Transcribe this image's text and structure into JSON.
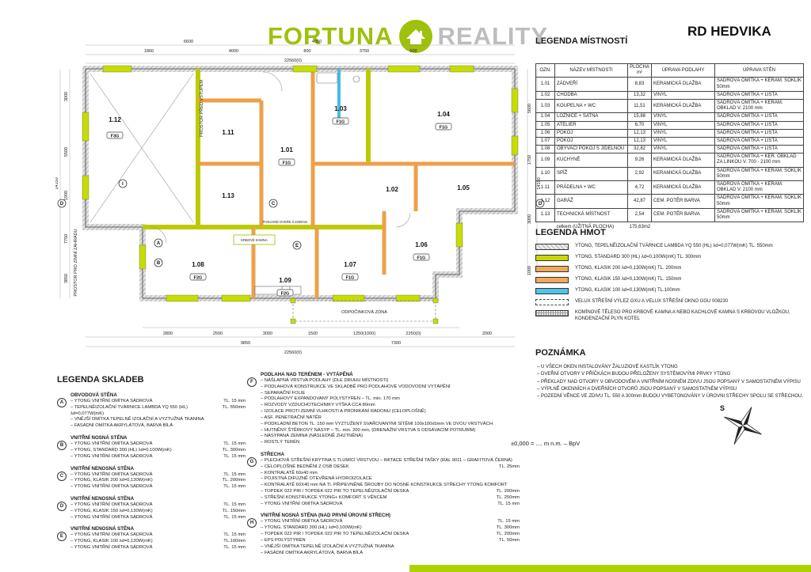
{
  "header": {
    "brand_first": "FORTUNA",
    "brand_second": "REALITY",
    "title": "RD HEDVIKA"
  },
  "room_legend": {
    "title": "LEGENDA MÍSTNOSTÍ",
    "columns": [
      "OZN.",
      "NÁZEV MÍSTNOSTI",
      "PLOCHA m²",
      "ÚPRAVA PODLAHY",
      "ÚPRAVA STĚN"
    ],
    "rows": [
      [
        "1.01",
        "ZÁDVEŘÍ",
        "8,83",
        "KERAMICKÁ DLAŽBA",
        "SÁDROVÁ OMÍTKA + KERAM. SOKLÍK 50mm"
      ],
      [
        "1.02",
        "CHODBA",
        "13,32",
        "VINYL",
        "SÁDROVÁ OMÍTKA + LIŠTA"
      ],
      [
        "1.03",
        "KOUPELNA + WC",
        "11,51",
        "KERAMICKÁ DLAŽBA",
        "SÁDROVÁ OMÍTKA + KERAM. OBKLAD V. 2100 mm"
      ],
      [
        "1.04",
        "LOŽNICE + ŠATNA",
        "15,88",
        "VINYL",
        "SÁDROVÁ OMÍTKA + LIŠTA"
      ],
      [
        "1.05",
        "ATELIÉR",
        "6,70",
        "VINYL",
        "SÁDROVÁ OMÍTKA + LIŠTA"
      ],
      [
        "1.06",
        "POKOJ",
        "12,13",
        "VINYL",
        "SÁDROVÁ OMÍTKA + LIŠTA"
      ],
      [
        "1.07",
        "POKOJ",
        "12,13",
        "VINYL",
        "SÁDROVÁ OMÍTKA + LIŠTA"
      ],
      [
        "1.08",
        "OBÝVACÍ POKOJ S JÍDELNOU",
        "32,82",
        "VINYL",
        "SÁDROVÁ OMÍTKA + LIŠTA"
      ],
      [
        "1.09",
        "KUCHYNĚ",
        "9,26",
        "KERAMICKÁ DLAŽBA",
        "SÁDROVÁ OMÍTKA + KER. OBKLAD ZA LINKOU V. 700 - 2100 mm"
      ],
      [
        "1.10",
        "SPÍŽ",
        "2,92",
        "KERAMICKÁ DLAŽBA",
        "SÁDROVÁ OMÍTKA + KERAM. SOKLÍK 50mm"
      ],
      [
        "1.11",
        "PRÁDELNA + WC",
        "4,72",
        "KERAMICKÁ DLAŽBA",
        "SÁDROVÁ OMÍTKA + KERAM. OBKLAD V. 2100 mm"
      ],
      [
        "1.12",
        "GARÁŽ",
        "42,87",
        "CEM. POTĚR BARVA",
        "SÁDROVÁ OMÍTKA + KERAM. SOKLÍK 50mm"
      ],
      [
        "1.13",
        "TECHNICKÁ MÍSTNOST",
        "2,54",
        "CEM. POTĚR BARVA",
        "SÁDROVÁ OMÍTKA + KERAM. SOKLÍK 50mm"
      ]
    ],
    "total_label": "celkem (UŽITNÁ PLOCHA)",
    "total_value": "175,63m2"
  },
  "materials_legend": {
    "title": "LEGENDA HMOT",
    "items": [
      {
        "swatch": "hatch",
        "label": "YTONG, TEPELNĚIZOLAČNÍ TVÁRNICE LAMBDA YQ 550 (HL) λd=0,077W(mK)  TL. 550mm"
      },
      {
        "swatch": "green",
        "label": "YTONG, STANDARD 300 (HL) λd=0,100W(mK)  TL. 300mm"
      },
      {
        "swatch": "orange",
        "label": "YTONG, KLASIK 200 λd=0,130W(mK)  TL. 200mm"
      },
      {
        "swatch": "orange",
        "label": "YTONG, KLASIK 150 λd=0,130W(mK)  TL. 150mm"
      },
      {
        "swatch": "blue",
        "label": "YTONG, KLASIK 100 λd=0,130W(mK)  TL.100mm"
      },
      {
        "swatch": "velux",
        "label": "VELUX STŘEŠNÍ VÝLEZ GXU A VELUX STŘEŠNÍ OKNO GGU 008230"
      },
      {
        "swatch": "chimney",
        "label": "KOMÍNOVÉ TĚLESO PRO KRBOVÉ KAMNA A NEBO KACHLOVÉ KAMNA S KRBOVOU VLOŽKOU, KONDENZAČNÍ PLYN KOTEL"
      }
    ]
  },
  "note": {
    "title": "POZNÁMKA",
    "items": [
      "U VŠECH OKEN INSTALOVÁNY ŽALUZIOVÉ KASTLÍK YTONG",
      "DVEŘNÍ OTVORY V PŘÍČKÁCH BUDOU PŘELOŽENY SYSTÉMOVÝMI PRVKY YTONG",
      "PŘEKLADY NAD OTVORY V OBVODOVÉM A VNITŘNÍM NOSNÉM ZDIVU JSOU POPSANÝ V SAMOSTATNÉM VÝPISU",
      "VÝPLNĚ OKENNÍCH A DVEŘNÍCH OTVORŮ JSOU POPSANÝ V SAMOSTATNÉM VÝPISU",
      "POZEDNÍ VĚNCE VE ZDIVU TL. 550 A 300mm BUDOU VYBETONOVÁNY V ÚROVNI STŘECHY SPOLU SE STŘECHOU."
    ]
  },
  "compositions_legend": {
    "title": "LEGENDA SKLADEB",
    "groups": [
      {
        "letter": "A",
        "heading": "OBVODOVÁ STĚNA",
        "lines": [
          {
            "t": "YTONG VNITŘNÍ OMÍTKA SÁDROVÁ",
            "tl": "TL. 15 mm"
          },
          {
            "t": "TEPELNĚIZOLAČNÍ TVÁRNICE LAMBDA YQ 550 (HL) λd=0,077W(mK)",
            "tl": "TL. 550mm"
          },
          {
            "t": "VNĚJŠÍ OMÍTKA TEPELNĚ IZOLAČNÍ A VYZTUŽNÁ TKANINA",
            "tl": ""
          },
          {
            "t": "FASÁDNÍ OMÍTKA AKRYLÁTOVÁ, BARVA BÍLÁ",
            "tl": ""
          }
        ]
      },
      {
        "letter": "B",
        "heading": "VNITŘNÍ NOSNÁ STĚNA",
        "lines": [
          {
            "t": "YTONG VNITŘNÍ OMÍTKA SÁDROVÁ",
            "tl": "TL. 15 mm"
          },
          {
            "t": "YTONG, STANDARD 300 (HL) λd=0,100W(mK)",
            "tl": "TL. 300mm"
          },
          {
            "t": "YTONG VNITŘNÍ OMÍTKA SÁDROVÁ",
            "tl": "TL. 15 mm"
          }
        ]
      },
      {
        "letter": "C",
        "heading": "VNITŘNÍ NENOSNÁ STĚNA",
        "lines": [
          {
            "t": "YTONG VNITŘNÍ OMÍTKA SÁDROVÁ",
            "tl": "TL. 15 mm"
          },
          {
            "t": "YTONG, KLASIK 200 λd=0,130W(mK)",
            "tl": "TL. 200mm"
          },
          {
            "t": "YTONG VNITŘNÍ OMÍTKA SÁDROVÁ",
            "tl": "TL. 15 mm"
          }
        ]
      },
      {
        "letter": "D",
        "heading": "VNITŘNÍ NENOSNÁ STĚNA",
        "lines": [
          {
            "t": "YTONG VNITŘNÍ OMÍTKA SÁDROVÁ",
            "tl": "TL. 15 mm"
          },
          {
            "t": "YTONG, KLASIK 150 λd=0,130W(mK)",
            "tl": "TL. 150mm"
          },
          {
            "t": "YTONG VNITŘNÍ OMÍTKA SÁDROVÁ",
            "tl": "TL. 15 mm"
          }
        ]
      },
      {
        "letter": "E",
        "heading": "VNITŘNÍ NENOSNÁ STĚNA",
        "lines": [
          {
            "t": "YTONG VNITŘNÍ OMÍTKA SÁDROVÁ",
            "tl": "TL. 15 mm"
          },
          {
            "t": "YTONG, KLASIK 100 λd=0,130W(mK)",
            "tl": "TL.100mm"
          },
          {
            "t": "YTONG VNITŘNÍ OMÍTKA SÁDROVÁ",
            "tl": "TL. 15 mm"
          }
        ]
      },
      {
        "letter": "F",
        "heading": "PODLAHA NAD TERÉNEM - VYTÁPĚNÁ",
        "lines": [
          {
            "t": "NÁŠLAPNÁ VRSTVA PODLAHY (DLE DRUHU MÍSTNOSTI)",
            "tl": ""
          },
          {
            "t": "PODLAHOVÁ KONSTRUKCE VE SKLADBĚ PRO PODLAHOVÉ VODOVODNÍ VYTÁPĚNÍ",
            "tl": ""
          },
          {
            "t": "SEPARAČNÍ FOLIE",
            "tl": ""
          },
          {
            "t": "PODLAHOVÝ EXPANDOVANÝ POLYSTYREN – TL. min. 170 mm",
            "tl": ""
          },
          {
            "t": "ROZVODY VZDUCHOTECHNIKY VÝŠKA CCA 80mm",
            "tl": ""
          },
          {
            "t": "IZOLACE PROTI ZEMNÍ VLHKOSTI A PRONIKÁNÍ RADONU (CELOPLOŠNĚ)",
            "tl": ""
          },
          {
            "t": "ASF. PENETRAČNÍ NÁTĚR",
            "tl": ""
          },
          {
            "t": "PODKLADNÍ BETON TL. 150 mm VYZTUŽENÝ SVAŘOVANÝMI SÍTĚMI 100x100x5mm VE DVOU VRSTVÁCH",
            "tl": ""
          },
          {
            "t": "HUTNĚNÝ ŠTĚRKOVÝ NÁSYP – TL. min. 200 mm, (DRENÁŽNÍ VRSTVA S ODSÁVACÍM POTRUBÍM)",
            "tl": ""
          },
          {
            "t": "NASYPANÁ ZEMINA (NÁSLEDNĚ ZHUTNĚNÁ)",
            "tl": ""
          },
          {
            "t": "ROSTLÝ TERÉN",
            "tl": ""
          }
        ]
      },
      {
        "letter": "G",
        "heading": "STŘECHA",
        "lines": [
          {
            "t": "PLECHOVÁ STŘEŠNÍ KRYTINA S TLUMÍCÍ VRSTVOU – IMITACE STŘEŠNÍ TAŠKY (RAL 9011 – GRAFITOVÁ ČERNÁ)",
            "tl": ""
          },
          {
            "t": "CELOPLOŠNÉ BEDNĚNÍ Z OSB DESEK",
            "tl": "TL. 25mm"
          },
          {
            "t": "KONTRALATĚ 60x40 mm",
            "tl": ""
          },
          {
            "t": "POJISTNÁ DIFÚZNĚ OTEVŘENÁ HYDROIZOLACE",
            "tl": ""
          },
          {
            "t": "KONTRALATĚ 60X40 mm NA TI. PŘIPEVNĚNÉ ŠROUBY DO NOSNÉ KONSTRUKCE STŘECHY YTONG KOMFORT",
            "tl": ""
          },
          {
            "t": "TOPDEK 022 PIR / TOPDEK 022 PIR TO TEPELNĚIZOLAČNÍ DESKA",
            "tl": "TL. 200mm"
          },
          {
            "t": "STŘEŠNÍ KONSTRUKCE YTONG+ KOMFORT S VĚNCEM",
            "tl": "TL. 250mm"
          },
          {
            "t": "YTONG VNITŘNÍ OMÍTKA SÁDROVÁ",
            "tl": "TL. 15 mm"
          }
        ]
      },
      {
        "letter": "H",
        "heading": "VNITŘNÍ NOSNÁ STĚNA (NAD PRVNÍ ÚROVNÍ STŘECH)",
        "lines": [
          {
            "t": "YTONG VNITŘNÍ OMÍTKA SÁDROVÁ",
            "tl": "TL. 15 mm"
          },
          {
            "t": "YTONG, STANDARD 300 (HL) λd=0,100W(mK)",
            "tl": "TL. 300mm"
          },
          {
            "t": "TOPDEK 022 PIR / TOPDEK 022 PIR TO TEPELNĚIZOLAČNÍ DESKA",
            "tl": "TL. 200mm"
          },
          {
            "t": "EPS POLYSTYRÉN",
            "tl": "TL. 50mm"
          },
          {
            "t": "VNĚJŠÍ OMÍTKA TEPELNĚ IZOLAČNÍ A VYZTUŽNÁ TKANINA",
            "tl": ""
          },
          {
            "t": "FASÁDNÍ OMÍTKA AKRYLÁTOVÁ, BARVA BÍLÁ",
            "tl": ""
          }
        ]
      }
    ]
  },
  "elevation_note": "±0,000 = .... m n.m. – BpV",
  "plan": {
    "rooms": [
      "1.12",
      "1.13",
      "1.11",
      "1.01",
      "1.03",
      "1.02",
      "1.04",
      "1.05",
      "1.08",
      "1.09",
      "1.07",
      "1.06"
    ],
    "markers": [
      "F3G",
      "F1G",
      "F1G",
      "F1G",
      "F1G",
      "F1G",
      "F2G",
      "F2G"
    ],
    "letters": [
      "A",
      "B",
      "C",
      "E",
      "I",
      "D",
      "D"
    ],
    "dims_top": [
      "6600",
      "4050",
      "1860",
      "4000",
      "800",
      "3750",
      "500",
      "22560(0)"
    ],
    "dims_bottom": [
      "2800",
      "2500",
      "3000",
      "1500",
      "1250(1000)",
      "2250(0)",
      "9850",
      "7300",
      "22560(0)",
      "2000"
    ],
    "dims_left": [
      "3000",
      "5500",
      "1900",
      "7750",
      "3850",
      "14150"
    ],
    "dims_right": [
      "5600",
      "1750",
      "3000",
      "1000",
      "14150"
    ],
    "annotations": {
      "entry": "PROSTOR PŘED VSTUPEM",
      "garden": "PROSTOR PRO ZIMNÍ ZAHRADU",
      "terrace": "ODPOČINKOVÁ ZÓNA",
      "sliding": "POSUVNÉ DVEŘE š.2250mm",
      "fireplace": "KRBOVÉ KAMNA"
    },
    "compass": "S"
  },
  "colors": {
    "brand_green": "#9dc10c",
    "wall_green": "#bccb00",
    "wall_orange": "#eda04a",
    "wall_blue": "#45bce4",
    "window_lime": "#c6dd00"
  }
}
